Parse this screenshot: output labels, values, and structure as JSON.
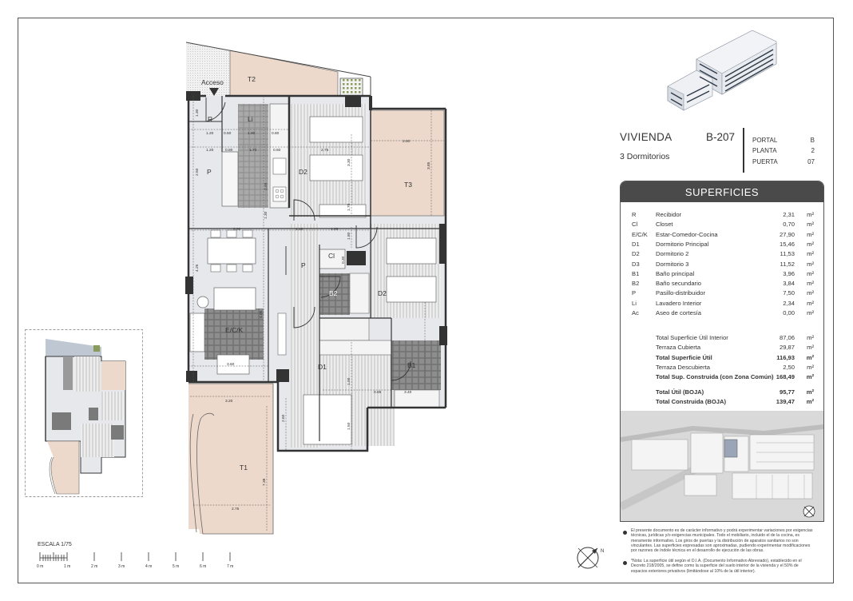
{
  "header": {
    "vivienda_label": "VIVIENDA",
    "vivienda_code": "B-207",
    "dormitorios": "3 Dormitorios"
  },
  "meta": [
    {
      "label": "PORTAL",
      "value": "B"
    },
    {
      "label": "PLANTA",
      "value": "2"
    },
    {
      "label": "PUERTA",
      "value": "07"
    }
  ],
  "superficies": {
    "title": "SUPERFICIES",
    "unit": "m²",
    "rows": [
      {
        "code": "R",
        "name": "Recibidor",
        "value": "2,31"
      },
      {
        "code": "Cl",
        "name": "Closet",
        "value": "0,70"
      },
      {
        "code": "E/C/K",
        "name": "Estar-Comedor-Cocina",
        "value": "27,90"
      },
      {
        "code": "D1",
        "name": "Dormitorio Principal",
        "value": "15,46"
      },
      {
        "code": "D2",
        "name": "Dormitorio 2",
        "value": "11,53"
      },
      {
        "code": "D3",
        "name": "Dormitorio 3",
        "value": "11,52"
      },
      {
        "code": "B1",
        "name": "Baño principal",
        "value": "3,96"
      },
      {
        "code": "B2",
        "name": "Baño secundario",
        "value": "3,84"
      },
      {
        "code": "P",
        "name": "Pasillo-distribuidor",
        "value": "7,50"
      },
      {
        "code": "Li",
        "name": "Lavadero Interior",
        "value": "2,34"
      },
      {
        "code": "Ac",
        "name": "Aseo de cortesía",
        "value": "0,00"
      }
    ],
    "totals": [
      {
        "name": "Total Superficie Útil Interior",
        "value": "87,06",
        "bold": false
      },
      {
        "name": "Terraza Cubierta",
        "value": "29,87",
        "bold": false
      },
      {
        "name": "Total Superficie Útil",
        "value": "116,93",
        "bold": true
      },
      {
        "name": "Terraza Descubierta",
        "value": "2,50",
        "bold": false
      },
      {
        "name": "Total Sup. Construida (con Zona Común)",
        "value": "168,49",
        "bold": true
      }
    ],
    "boja": [
      {
        "name": "Total Útil (BOJA)",
        "value": "95,77"
      },
      {
        "name": "Total Construida (BOJA)",
        "value": "139,47"
      }
    ]
  },
  "plan_labels": {
    "acceso": "Acceso",
    "t2": "T2",
    "t3": "T3",
    "t1": "T1",
    "r": "R",
    "li": "Li",
    "p1": "P",
    "d2a": "D2",
    "p2": "P",
    "cl": "Cl",
    "b2": "B2",
    "d2b": "D2",
    "eck": "E/C/K",
    "d1": "D1",
    "b1": "B1"
  },
  "dims": [
    "1.20",
    "0.50",
    "1.90",
    "0.80",
    "1.20",
    "0.80",
    "1.70",
    "0.60",
    "2.75",
    "2.60",
    "3.60",
    "1.10",
    "1.35",
    "3.60",
    "3.20",
    "0.85",
    "3.40",
    "2.75",
    "1.30",
    "2.50",
    "2.45",
    "1.30",
    "1.80",
    "1.70",
    "3.85",
    "3.30",
    "0.30",
    "4.25",
    "4.05",
    "1.00",
    "2.60",
    "1.50",
    "7.38"
  ],
  "scale": {
    "title": "ESCALA 1/75",
    "marks": [
      "0 m",
      "1 m",
      "2 m",
      "3 m",
      "4 m",
      "5 m",
      "6 m",
      "7 m"
    ]
  },
  "compass_label": "N",
  "notes": [
    "El presente documento es de carácter informativo y podrá experimentar variaciones por exigencias técnicas, jurídicas y/o exigencias municipales. Todo el mobiliario, incluido el de la cocina, es meramente informativo. Los giros de puertas y la distribución de aparatos sanitarios no son vinculantes. Las superficies expresadas son aproximadas, pudiendo experimentar modificaciones por razones de índole técnica en el desarrollo de ejecución de las obras.",
    "*Nota: La superficie útil según el D.I.A. (Documento Informativo Abreviado), establecido en el Decreto 218/2005, se define como la superficie del suelo interior de la vivienda y el 50% de espacios exteriores privativos (limitándose al 10% de la útil interior)."
  ],
  "colors": {
    "terrace": "#ecd9cc",
    "tile": "#9a9a9a",
    "wood": "#d8d8d8",
    "wall": "#333333",
    "room": "#e4e6ea",
    "header_bar": "#4a4a4a"
  }
}
